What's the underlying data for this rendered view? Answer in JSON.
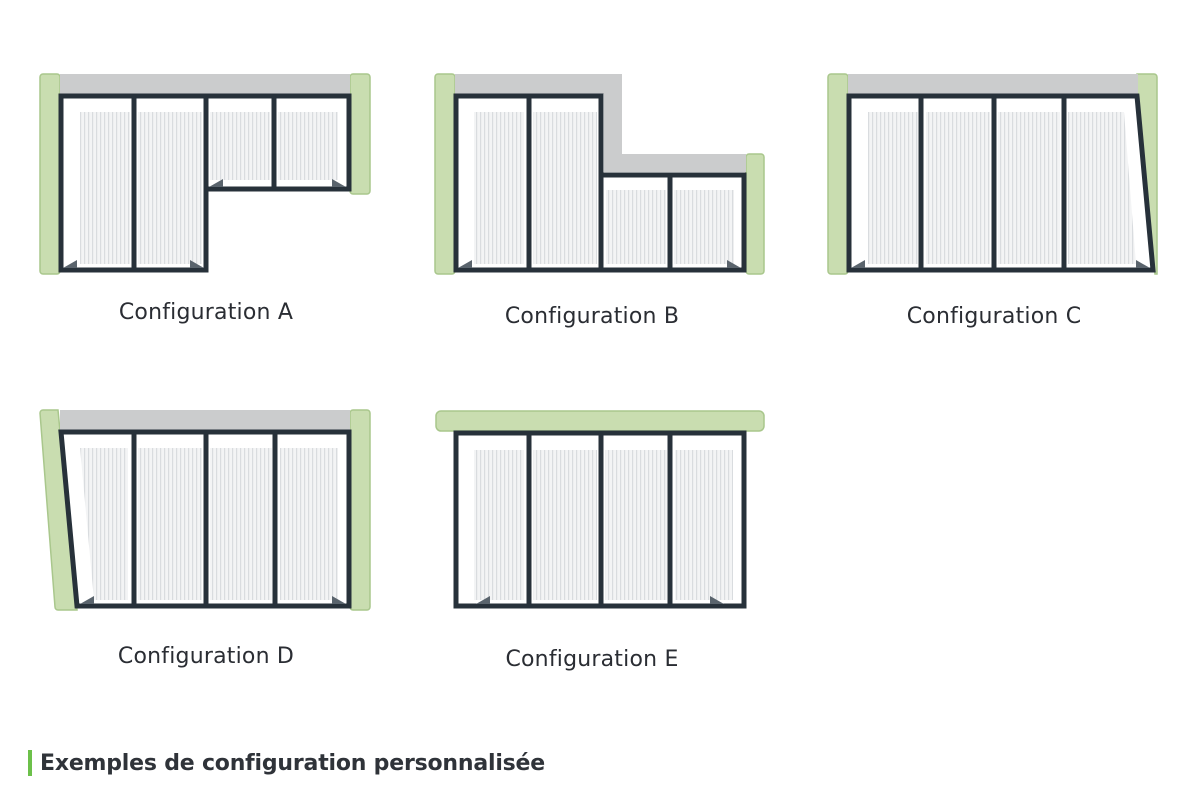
{
  "configurations": [
    {
      "id": "A",
      "label": "Configuration A"
    },
    {
      "id": "B",
      "label": "Configuration B"
    },
    {
      "id": "C",
      "label": "Configuration C"
    },
    {
      "id": "D",
      "label": "Configuration D"
    },
    {
      "id": "E",
      "label": "Configuration E"
    }
  ],
  "caption": {
    "text": "Exemples de configuration personnalisée"
  },
  "colors": {
    "frame": "#27313a",
    "wall": "#c9ddb0",
    "wall_edge": "#a9c78c",
    "roof": "#cbcccd",
    "panel": "#f4f5f6",
    "slat": "#d7dadd",
    "accent": "#6cc04a"
  }
}
